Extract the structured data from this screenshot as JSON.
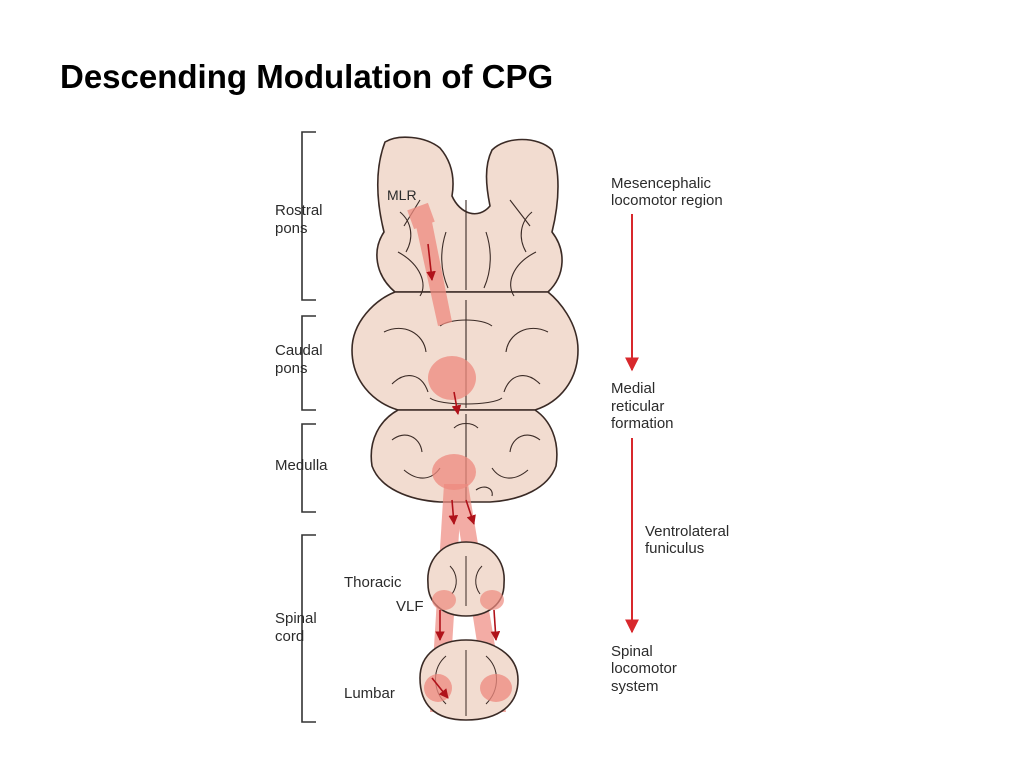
{
  "slide": {
    "title": "Descending Modulation of CPG"
  },
  "regions": [
    {
      "line1": "Rostral",
      "line2": "pons"
    },
    {
      "line1": "Caudal",
      "line2": "pons"
    },
    {
      "line1": "Medulla",
      "line2": ""
    },
    {
      "line1": "Spinal",
      "line2": "cord"
    }
  ],
  "structure_labels": {
    "mlr": "MLR",
    "thoracic": "Thoracic",
    "vlf": "VLF",
    "lumbar": "Lumbar"
  },
  "pathway": [
    {
      "line1": "Mesencephalic",
      "line2": "locomotor region",
      "line3": ""
    },
    {
      "line1": "Medial",
      "line2": "reticular",
      "line3": "formation"
    },
    {
      "line1": "Ventrolateral",
      "line2": "funiculus",
      "line3": ""
    },
    {
      "line1": "Spinal",
      "line2": "locomotor",
      "line3": "system"
    }
  ],
  "colors": {
    "tissue": "#f2dcd0",
    "outline": "#3a2a25",
    "activity": "#ee8a7f",
    "arrow": "#d8282c"
  }
}
